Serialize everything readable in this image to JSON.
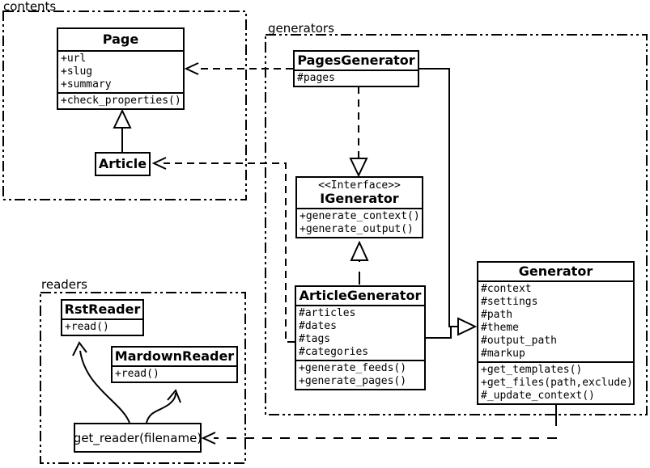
{
  "diagram": {
    "packages": {
      "contents": {
        "label": "contents"
      },
      "generators": {
        "label": "generators"
      },
      "readers": {
        "label": "readers"
      }
    },
    "classes": {
      "page": {
        "title": "Page",
        "attributes": [
          "+url",
          "+slug",
          "+summary"
        ],
        "methods": [
          "+check_properties()"
        ]
      },
      "article": {
        "title": "Article"
      },
      "pages_generator": {
        "title": "PagesGenerator",
        "attributes": [
          "#pages"
        ]
      },
      "igenerator": {
        "stereotype": "<<Interface>>",
        "title": "IGenerator",
        "methods": [
          "+generate_context()",
          "+generate_output()"
        ]
      },
      "article_generator": {
        "title": "ArticleGenerator",
        "attributes": [
          "#articles",
          "#dates",
          "#tags",
          "#categories"
        ],
        "methods": [
          "+generate_feeds()",
          "+generate_pages()"
        ]
      },
      "generator": {
        "title": "Generator",
        "attributes": [
          "#context",
          "#settings",
          "#path",
          "#theme",
          "#output_path",
          "#markup"
        ],
        "methods": [
          "+get_templates()",
          "+get_files(path,exclude)",
          "#_update_context()"
        ]
      },
      "rst_reader": {
        "title": "RstReader",
        "methods": [
          "+read()"
        ]
      },
      "mardown_reader": {
        "title": "MardownReader",
        "methods": [
          "+read()"
        ]
      },
      "get_reader": {
        "label": "get_reader(filename)"
      }
    },
    "colors": {
      "line": "#000000",
      "background": "#ffffff",
      "box_fill": "#ffffff"
    }
  }
}
